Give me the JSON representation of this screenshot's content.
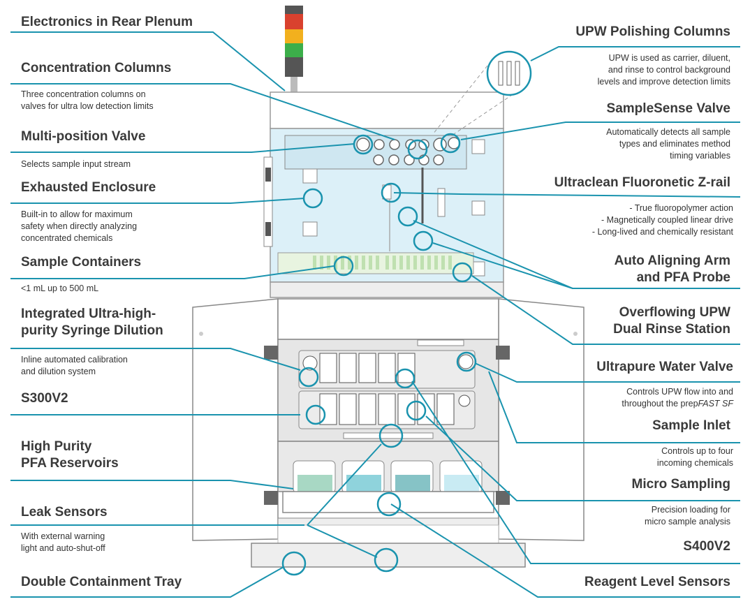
{
  "labels": {
    "electronics": "Electronics in Rear Plenum",
    "concentration": "Concentration Columns",
    "concentration_desc": "Three concentration columns on\nvalves for ultra low detection limits",
    "multiposition": "Multi-position Valve",
    "multiposition_desc": "Selects sample input stream",
    "exhausted": "Exhausted Enclosure",
    "exhausted_desc": "Built-in to allow for maximum\nsafety when directly analyzing\nconcentrated chemicals",
    "containers": "Sample Containers",
    "containers_desc": "<1 mL up to 500 mL",
    "syringe": "Integrated Ultra-high-\npurity Syringe Dilution",
    "syringe_desc": "Inline automated calibration\nand dilution system",
    "s300": "S300V2",
    "reservoirs": "High Purity\nPFA Reservoirs",
    "leak": "Leak Sensors",
    "leak_desc": "With external warning\nlight and auto-shut-off",
    "tray": "Double Containment Tray",
    "upw_polish": "UPW Polishing Columns",
    "upw_polish_desc": "UPW is used as carrier, diluent,\nand rinse to control background\nlevels and improve detection limits",
    "samplesense": "SampleSense Valve",
    "samplesense_desc": "Automatically detects all sample\ntypes and eliminates method\ntiming variables",
    "zrail": "Ultraclean Fluoronetic Z-rail",
    "zrail_desc": "- True fluoropolymer action\n- Magnetically coupled linear drive\n- Long-lived and chemically resistant",
    "arm": "Auto Aligning Arm\nand PFA Probe",
    "rinse": "Overflowing UPW\nDual Rinse Station",
    "upw_valve": "Ultrapure Water Valve",
    "upw_valve_desc_a": "Controls UPW flow into and",
    "upw_valve_desc_b": "throughout the prep",
    "upw_valve_desc_c": "FAST SF",
    "inlet": "Sample Inlet",
    "inlet_desc": "Controls up to four\nincoming chemicals",
    "micro": "Micro Sampling",
    "micro_desc": "Precision loading for\nmicro sample analysis",
    "s400": "S400V2",
    "reagent": "Reagent Level Sensors"
  },
  "colors": {
    "accent": "#1a93ae",
    "enclosure": "#dcf0f8",
    "panel": "#e6e6e6",
    "stack_red": "#d9412e",
    "stack_yellow": "#f2b01e",
    "stack_green": "#3cae4a"
  }
}
